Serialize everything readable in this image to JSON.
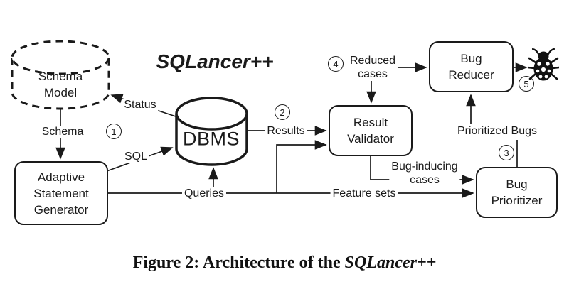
{
  "title": "SQLancer++",
  "caption": {
    "prefix": "Figure 2: Architecture of the ",
    "emphasis": "SQLancer++"
  },
  "colors": {
    "ink": "#1a1a1a",
    "background": "#ffffff"
  },
  "nodes": {
    "schema_model": {
      "shape": "dashed-cylinder",
      "lines": [
        "Schema",
        "Model"
      ]
    },
    "dbms": {
      "shape": "cylinder",
      "label": "DBMS"
    },
    "adaptive_statement_generator": {
      "shape": "rounded-rect",
      "lines": [
        "Adaptive",
        "Statement",
        "Generator"
      ]
    },
    "result_validator": {
      "shape": "rounded-rect",
      "lines": [
        "Result",
        "Validator"
      ]
    },
    "bug_reducer": {
      "shape": "rounded-rect",
      "lines": [
        "Bug",
        "Reducer"
      ]
    },
    "bug_prioritizer": {
      "shape": "rounded-rect",
      "lines": [
        "Bug",
        "Prioritizer"
      ]
    }
  },
  "edges": {
    "schema": {
      "label": "Schema",
      "from": "schema_model",
      "to": "adaptive_statement_generator"
    },
    "status": {
      "label": "Status",
      "from": "dbms",
      "to": "schema_model"
    },
    "sql": {
      "label": "SQL",
      "from": "adaptive_statement_generator",
      "to": "dbms"
    },
    "queries": {
      "label": "Queries",
      "from": "adaptive_statement_generator",
      "to": "dbms"
    },
    "results": {
      "label": "Results",
      "from": "dbms",
      "to": "result_validator"
    },
    "feature_sets": {
      "label": "Feature sets",
      "from": "adaptive_statement_generator",
      "to": "bug_prioritizer"
    },
    "bug_inducing_cases": {
      "label_lines": [
        "Bug-inducing",
        "cases"
      ],
      "from": "result_validator",
      "to": "bug_prioritizer"
    },
    "prioritized_bugs": {
      "label": "Prioritized Bugs",
      "from": "bug_prioritizer",
      "to": "bug_reducer"
    },
    "reduced_cases": {
      "label_lines": [
        "Reduced",
        "cases"
      ],
      "from": "bug_reducer",
      "to": "result_validator"
    }
  },
  "steps": {
    "s1": "1",
    "s2": "2",
    "s3": "3",
    "s4": "4",
    "s5": "5"
  },
  "icons": {
    "bug_found": "ladybug-icon"
  }
}
